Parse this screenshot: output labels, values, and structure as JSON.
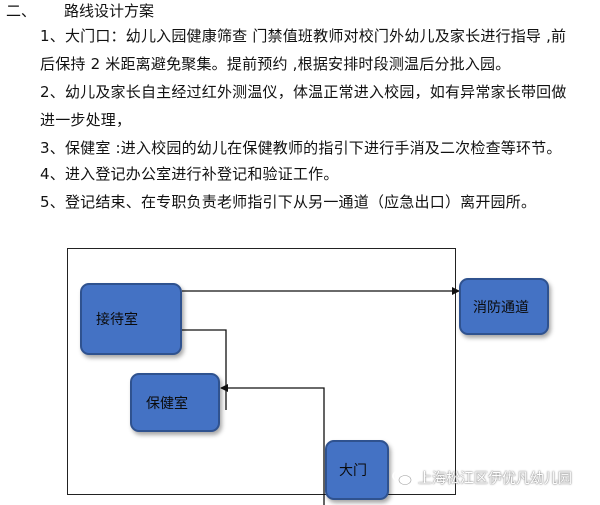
{
  "section": {
    "number": "二、",
    "title": "路线设计方案"
  },
  "steps": [
    "1、大门口：幼儿入园健康筛查   门禁值班教师对校门外幼儿及家长进行指导 ,前后保持 2 米距离避免聚集。提前预约 ,根据安排时段测温后分批入园。",
    "2、幼儿及家长自主经过红外测温仪，体温正常进入校园，如有异常家长带回做进一步处理，",
    "3、保健室 :进入校园的幼儿在保健教师的指引下进行手消及二次检查等环节。",
    "4、进入登记办公室进行补登记和验证工作。",
    "5、登记结束、在专职负责老师指引下从另一通道（应急出口）离开园所。"
  ],
  "diagram": {
    "rooms": {
      "reception": "接待室",
      "fire_exit": "消防通道",
      "health_room": "保健室",
      "gate": "大门"
    },
    "box_color": "#4472c4",
    "border_color": "#2f528f"
  },
  "watermark": {
    "text": "上海松江区伊优凡幼儿园",
    "icon": "wechat-icon"
  }
}
